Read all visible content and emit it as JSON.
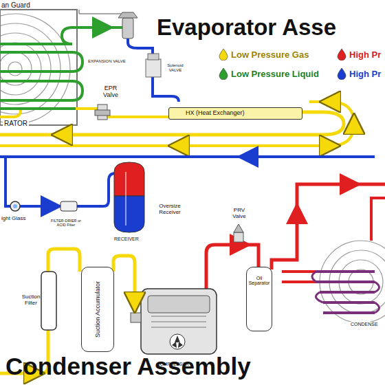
{
  "diagram": {
    "title": "Evaporator Asse",
    "nodes": [
      {
        "text": [
          "HX (Heat Exchanger)"
        ]
      },
      {
        "text": [
          "Suction Accumulator"
        ]
      },
      {
        "text": [
          "Oil Separator"
        ]
      }
    ],
    "labels": [
      "an Guard",
      "EXPANSION VALVE",
      "Solenoid VALVE",
      "EPR Valve",
      "RATOR",
      "ight Glass",
      "FILTER-DRIER or ACID Filter",
      "Oversize Receiver",
      "RECEIVER",
      "PRV Valve",
      "Suction Filter",
      "COMPRESSOR",
      "CONDENSE",
      "Condenser Assembly"
    ],
    "legend": [
      {
        "text": "Low Pressure Gas",
        "color": "#f5d90a"
      },
      {
        "text": "Low Pressure Liquid",
        "color": "#2e9e2e"
      },
      {
        "text": "High Pr",
        "color": "#e02020"
      },
      {
        "text": "High Pr",
        "color": "#1a3ccf"
      }
    ]
  }
}
